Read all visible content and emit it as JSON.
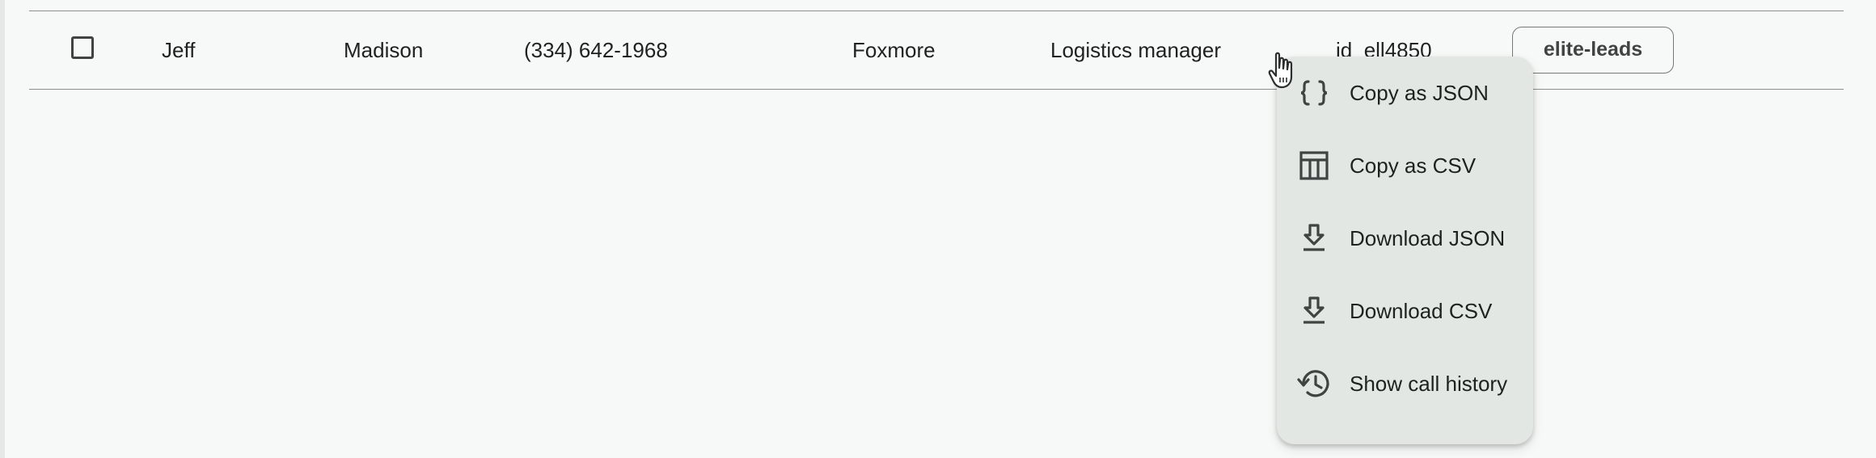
{
  "row": {
    "first_name": "Jeff",
    "last_name": "Madison",
    "phone": "(334) 642-1968",
    "company": "Foxmore",
    "job_title": "Logistics manager",
    "record_id": "id_ell4850",
    "tag": "elite-leads",
    "selected": false
  },
  "context_menu": {
    "items": [
      {
        "label": "Copy as JSON",
        "icon": "code-braces-icon"
      },
      {
        "label": "Copy as CSV",
        "icon": "table-icon"
      },
      {
        "label": "Download JSON",
        "icon": "download-icon"
      },
      {
        "label": "Download CSV",
        "icon": "download-icon"
      },
      {
        "label": "Show call history",
        "icon": "history-icon"
      }
    ]
  },
  "colors": {
    "background": "#f7f9f8",
    "menu_background": "#e3e7e4",
    "divider": "#8c908e",
    "text": "#1d2220",
    "icon": "#3f4442"
  }
}
